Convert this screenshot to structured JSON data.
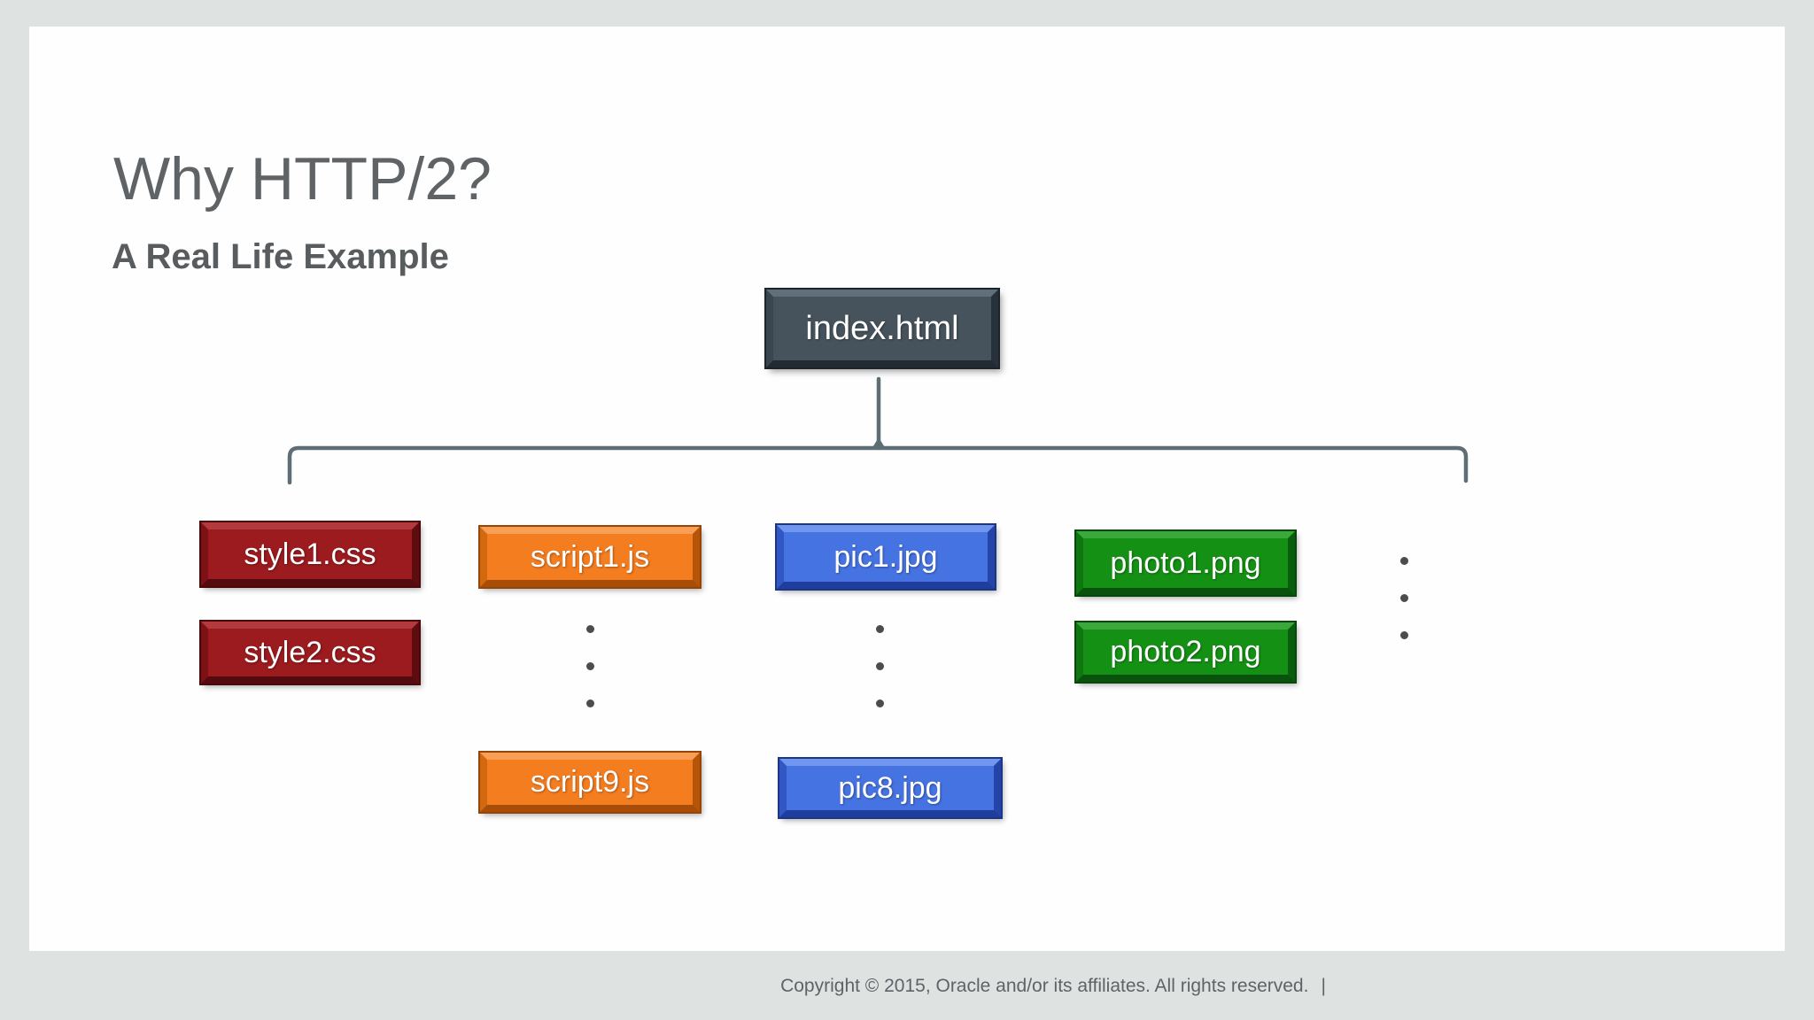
{
  "slide": {
    "title": "Why HTTP/2?",
    "subtitle": "A Real Life Example",
    "root_node": {
      "label": "index.html",
      "color": "#46535c"
    },
    "columns": [
      {
        "type": "stylesheets",
        "color": "#9c1b1f",
        "items": [
          "style1.css",
          "style2.css"
        ],
        "ellipsis": false
      },
      {
        "type": "scripts",
        "color": "#f47d20",
        "items": [
          "script1.js",
          "script9.js"
        ],
        "ellipsis": true
      },
      {
        "type": "pictures",
        "color": "#4673e2",
        "items": [
          "pic1.jpg",
          "pic8.jpg"
        ],
        "ellipsis": true
      },
      {
        "type": "photos",
        "color": "#149114",
        "items": [
          "photo1.png",
          "photo2.png"
        ],
        "ellipsis": false
      },
      {
        "type": "more-files",
        "color": "#4c4c4c",
        "items": [],
        "ellipsis": true
      }
    ],
    "connector_color": "#5f6d76"
  },
  "footer": {
    "copyright": "Copyright © 2015, Oracle and/or its affiliates. All rights reserved.",
    "separator": "|"
  }
}
